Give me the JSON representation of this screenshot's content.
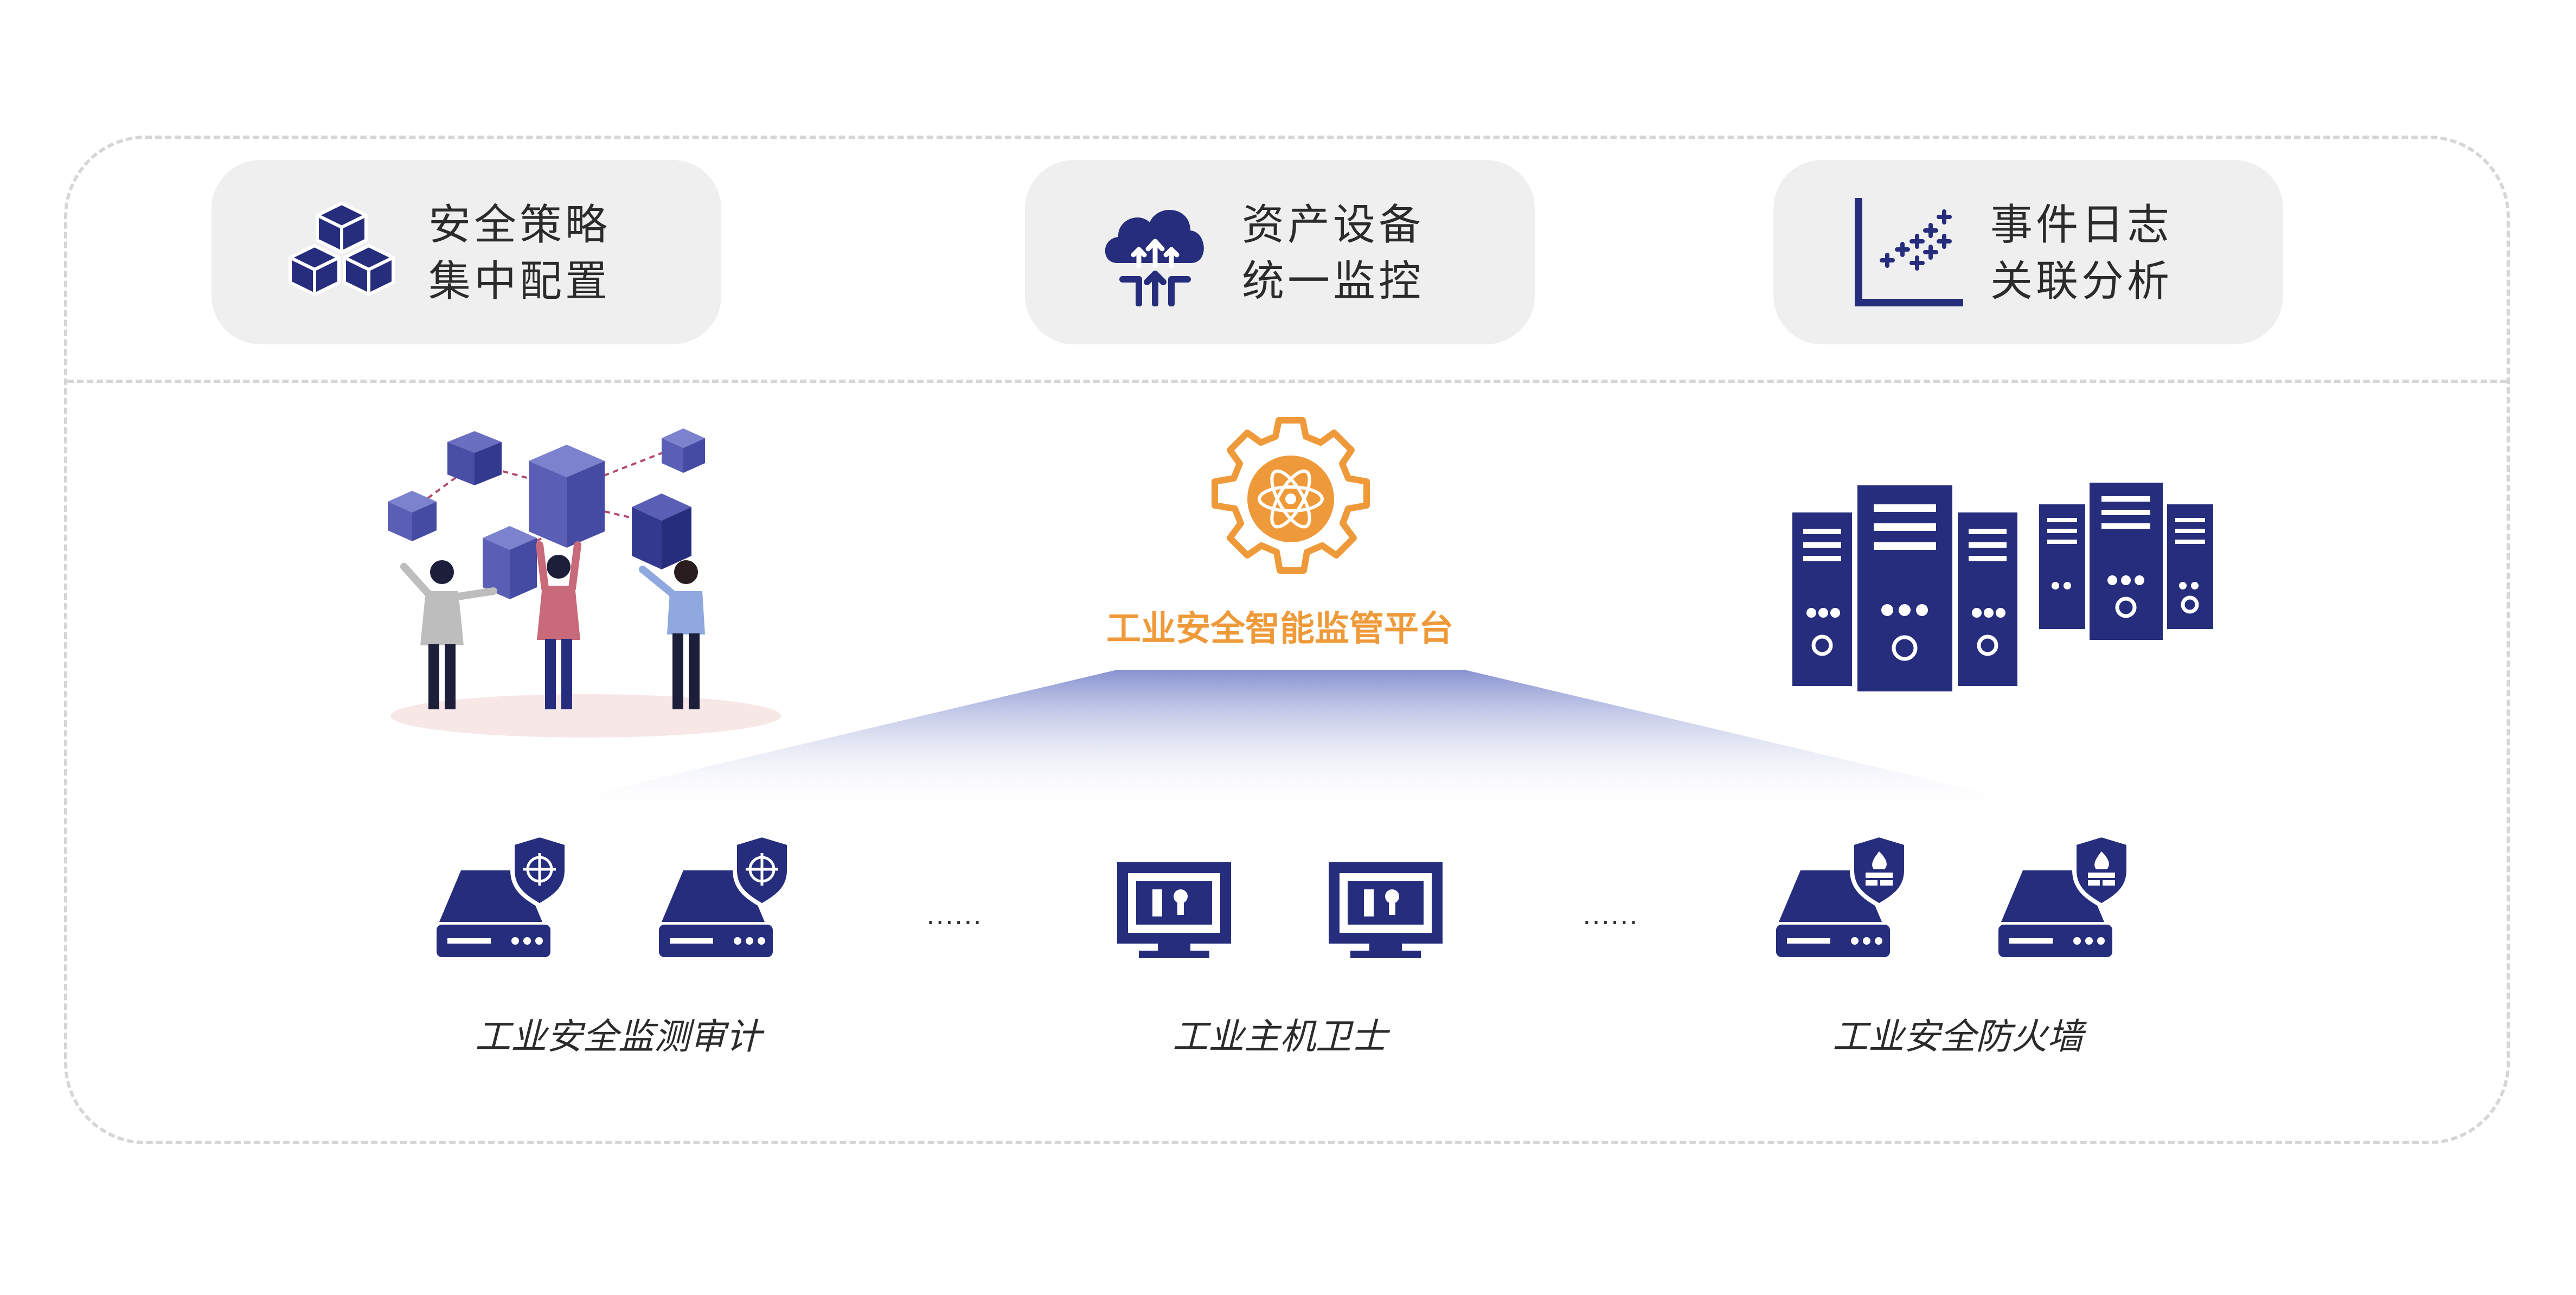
{
  "features": [
    {
      "line1": "安全策略",
      "line2": "集中配置",
      "icon": "cubes-icon"
    },
    {
      "line1": "资产设备",
      "line2": "统一监控",
      "icon": "cloud-upload-icon"
    },
    {
      "line1": "事件日志",
      "line2": "关联分析",
      "icon": "scatter-chart-icon"
    }
  ],
  "platform": {
    "title": "工业安全智能监管平台",
    "icon": "gear-atom-icon"
  },
  "ellipsis": "......",
  "products": [
    {
      "label": "工业安全监测审计",
      "icon": "target-shield-server-icon"
    },
    {
      "label": "工业主机卫士",
      "icon": "lock-monitor-icon"
    },
    {
      "label": "工业安全防火墙",
      "icon": "firewall-shield-server-icon"
    }
  ],
  "colors": {
    "primary": "#262d7c",
    "accent": "#ef9a3a",
    "card_bg": "#efefef",
    "frame": "#d6d6d6",
    "text": "#2b2b2b"
  }
}
